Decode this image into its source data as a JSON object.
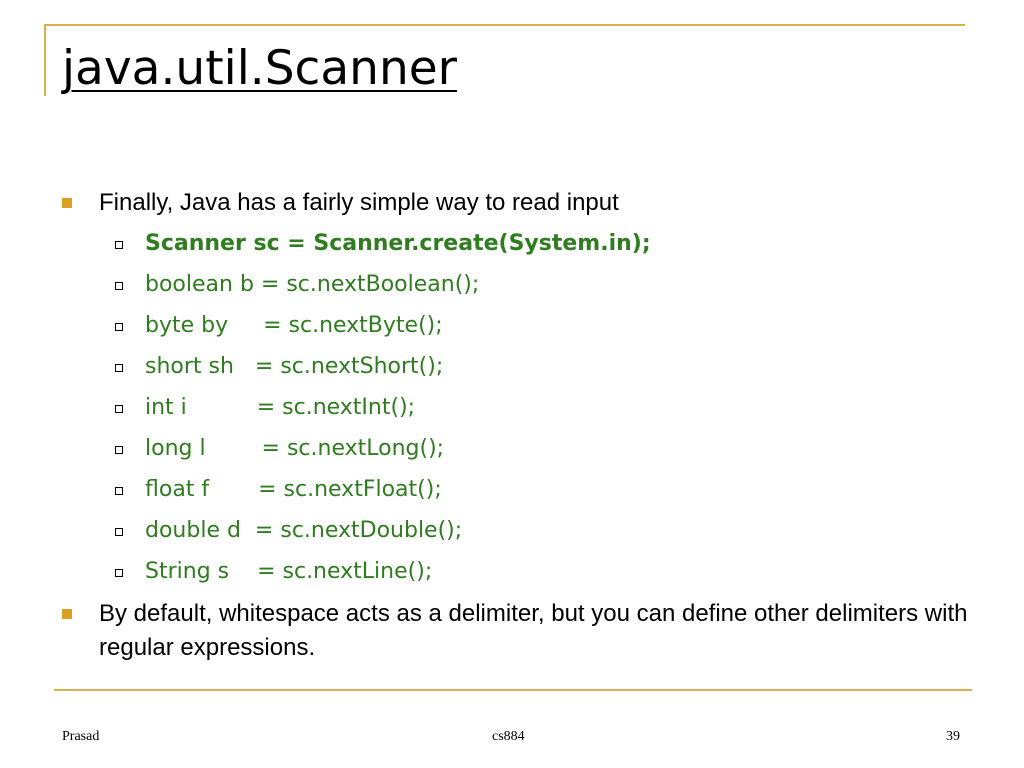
{
  "slide": {
    "title": "java.util.Scanner",
    "bullets": [
      "Finally, Java has a fairly simple way to read input",
      "By default, whitespace acts as a delimiter, but you can define other delimiters with regular expressions."
    ],
    "code_lines": [
      "Scanner sc = Scanner.create(System.in);",
      "boolean b = sc.nextBoolean();",
      "byte by     = sc.nextByte();",
      "short sh   = sc.nextShort();",
      "int i          = sc.nextInt();",
      "long l        = sc.nextLong();",
      "float f       = sc.nextFloat();",
      "double d  = sc.nextDouble();",
      "String s    = sc.nextLine();"
    ]
  },
  "footer": {
    "author": "Prasad",
    "course": "cs884",
    "page_number": "39"
  },
  "colors": {
    "accent": "#d9b04a",
    "bullet": "#d9a021",
    "code_text": "#2e7d1e"
  }
}
